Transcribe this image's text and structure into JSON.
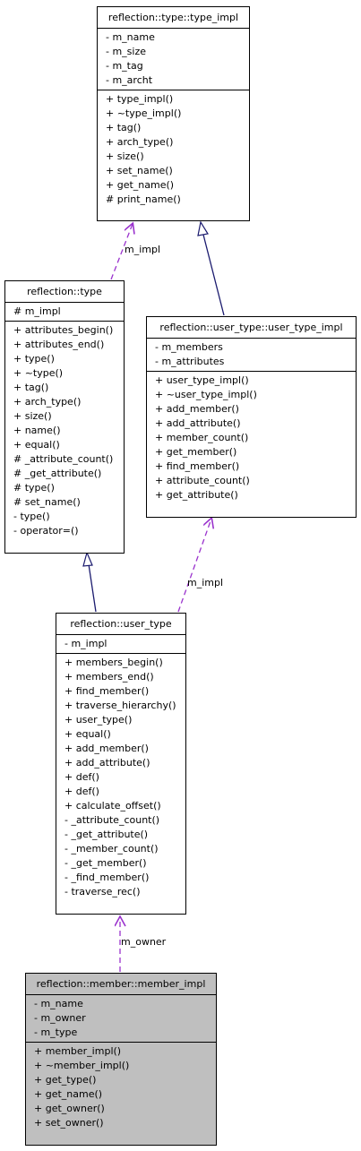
{
  "classes": {
    "type_impl": {
      "name": "reflection::type::type_impl",
      "attributes": [
        "- m_name",
        "- m_size",
        "- m_tag",
        "- m_archt"
      ],
      "methods": [
        "+ type_impl()",
        "+ ~type_impl()",
        "+ tag()",
        "+ arch_type()",
        "+ size()",
        "+ set_name()",
        "+ get_name()",
        "# print_name()"
      ]
    },
    "type": {
      "name": "reflection::type",
      "attributes": [
        "# m_impl"
      ],
      "methods": [
        "+ attributes_begin()",
        "+ attributes_end()",
        "+ type()",
        "+ ~type()",
        "+ tag()",
        "+ arch_type()",
        "+ size()",
        "+ name()",
        "+ equal()",
        "# _attribute_count()",
        "# _get_attribute()",
        "# type()",
        "# set_name()",
        "- type()",
        "- operator=()"
      ]
    },
    "user_type_impl": {
      "name": "reflection::user_type::user_type_impl",
      "attributes": [
        "- m_members",
        "- m_attributes"
      ],
      "methods": [
        "+ user_type_impl()",
        "+ ~user_type_impl()",
        "+ add_member()",
        "+ add_attribute()",
        "+ member_count()",
        "+ get_member()",
        "+ find_member()",
        "+ attribute_count()",
        "+ get_attribute()"
      ]
    },
    "user_type": {
      "name": "reflection::user_type",
      "attributes": [
        "- m_impl"
      ],
      "methods": [
        "+ members_begin()",
        "+ members_end()",
        "+ find_member()",
        "+ traverse_hierarchy()",
        "+ user_type()",
        "+ equal()",
        "+ add_member()",
        "+ add_attribute()",
        "+ def()",
        "+ def()",
        "+ calculate_offset()",
        "- _attribute_count()",
        "- _get_attribute()",
        "- _member_count()",
        "- _get_member()",
        "- _find_member()",
        "- traverse_rec()"
      ]
    },
    "member_impl": {
      "name": "reflection::member::member_impl",
      "attributes": [
        "- m_name",
        "- m_owner",
        "- m_type"
      ],
      "methods": [
        "+ member_impl()",
        "+ ~member_impl()",
        "+ get_type()",
        "+ get_name()",
        "+ get_owner()",
        "+ set_owner()"
      ]
    }
  },
  "edge_labels": {
    "type_to_type_impl": "m_impl",
    "user_type_to_user_type_impl": "m_impl",
    "member_impl_to_user_type": "m_owner"
  },
  "colors": {
    "inheritance_line": "#1a1a6e",
    "association_line": "#9a32cd",
    "highlight_fill": "#bfbfbf"
  }
}
